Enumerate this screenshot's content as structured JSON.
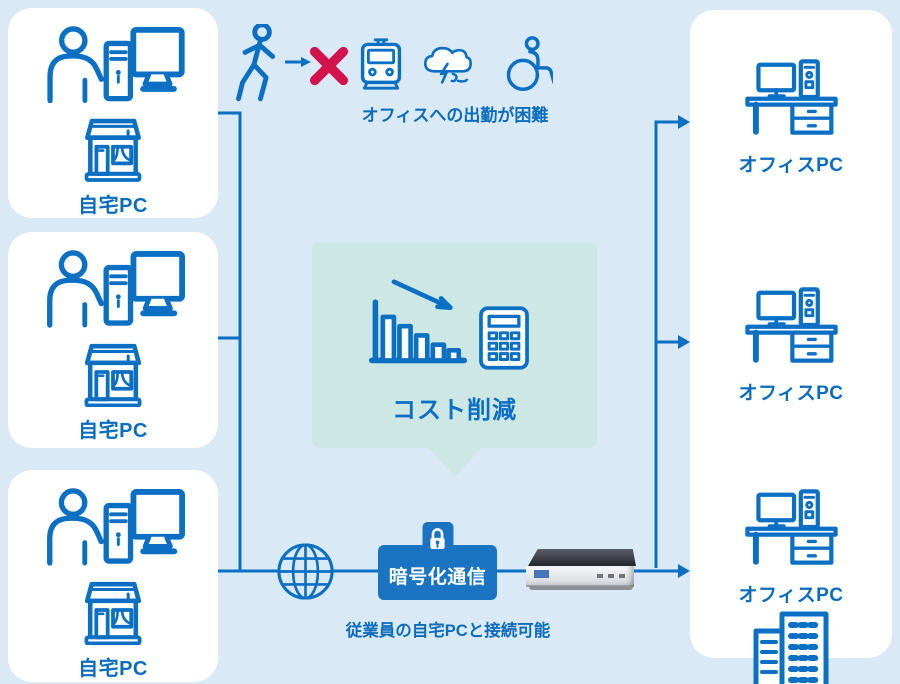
{
  "page": {
    "colors": {
      "background": "#d9e9f6",
      "icon_blue": "#0b70c4",
      "text_blue": "#0a6cbb",
      "cross_red": "#d2134c",
      "bubble_teal": "#cce7e4",
      "encrypt_blue": "#1b74c1"
    }
  },
  "home_boxes": [
    {
      "label": "自宅PC",
      "icons": [
        "person-at-pc",
        "storefront"
      ]
    },
    {
      "label": "自宅PC",
      "icons": [
        "person-at-pc",
        "storefront"
      ]
    },
    {
      "label": "自宅PC",
      "icons": [
        "person-at-pc",
        "storefront"
      ]
    }
  ],
  "commute": {
    "caption": "オフィスへの出勤が困難",
    "icons": [
      "walking-person",
      "arrow-right",
      "cross-mark",
      "train",
      "storm-cloud",
      "wheelchair-user"
    ]
  },
  "cost_bubble": {
    "label": "コスト削減",
    "icons": [
      "declining-bar-chart",
      "calculator"
    ]
  },
  "connection": {
    "encrypted_label": "暗号化通信",
    "caption": "従業員の自宅PCと接続可能",
    "icons": [
      "globe",
      "padlock",
      "vpn-router"
    ]
  },
  "office_box": {
    "items": [
      {
        "label": "オフィスPC",
        "icon": "office-desk-pc"
      },
      {
        "label": "オフィスPC",
        "icon": "office-desk-pc"
      },
      {
        "label": "オフィスPC",
        "icon": "office-desk-pc"
      }
    ],
    "building_icon": "office-building"
  }
}
